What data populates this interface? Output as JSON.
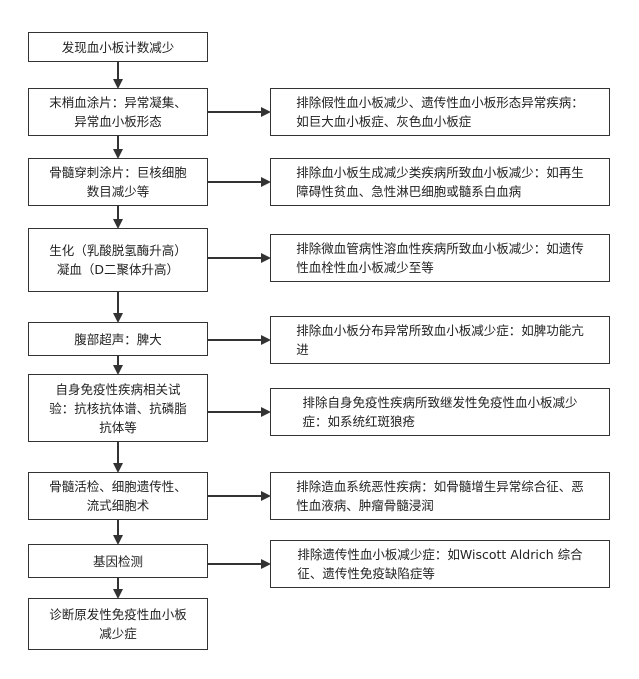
{
  "steps": [
    {
      "label": "发现血小板计数减少",
      "exclusion": ""
    },
    {
      "label": "末梢血涂片：异常凝集、\n异常血小板形态",
      "exclusion": "排除假性血小板减少、遗传性血小板形态异常疾病：\n如巨大血小板症、灰色血小板症"
    },
    {
      "label": "骨髓穿刺涂片：巨核细胞\n数目减少等",
      "exclusion": "排除血小板生成减少类疾病所致血小板减少：如再生\n障碍性贫血、急性淋巴细胞或髓系白血病"
    },
    {
      "label": "生化（乳酸脱氢酶升高）\n凝血（D二聚体升高）",
      "exclusion": "排除微血管病性溶血性疾病所致血小板减少：如遗传\n性血栓性血小板减少至等"
    },
    {
      "label": "腹部超声：脾大",
      "exclusion": "排除血小板分布异常所致血小板减少症：如脾功能亢\n进"
    },
    {
      "label": "自身免疫性疾病相关试\n验：抗核抗体谱、抗磷脂\n抗体等",
      "exclusion": "排除自身免疫性疾病所致继发性免疫性血小板减少\n症：如系统红斑狼疮"
    },
    {
      "label": "骨髓活检、细胞遗传性、\n流式细胞术",
      "exclusion": "排除造血系统恶性疾病：如骨髓增生异常综合征、恶\n性血液病、肿瘤骨髓浸润"
    },
    {
      "label": "基因检测",
      "exclusion": "排除遗传性血小板减少症：如Wiscott Aldrich 综合\n征、遗传性免疫缺陷症等"
    },
    {
      "label": "诊断原发性免疫性血小板\n减少症",
      "exclusion": ""
    }
  ],
  "colors": {
    "stroke": "#333333",
    "text": "#222222"
  }
}
